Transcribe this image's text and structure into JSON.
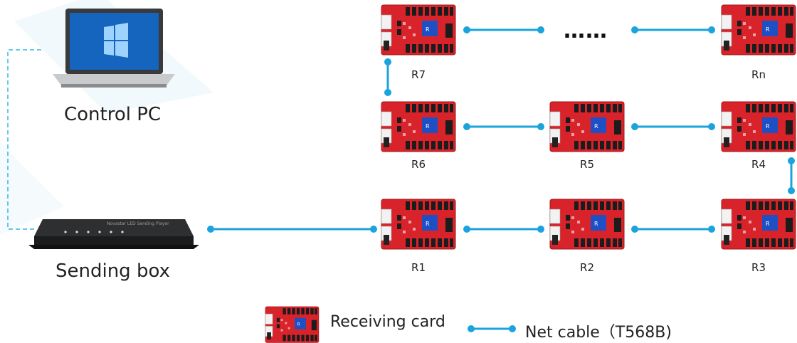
{
  "devices": {
    "control_pc_label": "Control PC",
    "sending_box_label": "Sending box",
    "sending_box_text": "Novastar LED Sending Player"
  },
  "cards": [
    {
      "id": "R1",
      "label": "R1"
    },
    {
      "id": "R2",
      "label": "R2"
    },
    {
      "id": "R3",
      "label": "R3"
    },
    {
      "id": "R4",
      "label": "R4"
    },
    {
      "id": "R5",
      "label": "R5"
    },
    {
      "id": "R6",
      "label": "R6"
    },
    {
      "id": "R7",
      "label": "R7"
    },
    {
      "id": "Rn",
      "label": "Rn"
    }
  ],
  "ellipsis": "……",
  "legend": {
    "receiving_card_label": "Receiving card",
    "net_cable_label": "Net cable（T568B)"
  },
  "colors": {
    "cable": "#1aa3dc",
    "control_link": "#33b5e5",
    "card_red": "#e3262e",
    "chip_blue": "#1f4fc4"
  }
}
